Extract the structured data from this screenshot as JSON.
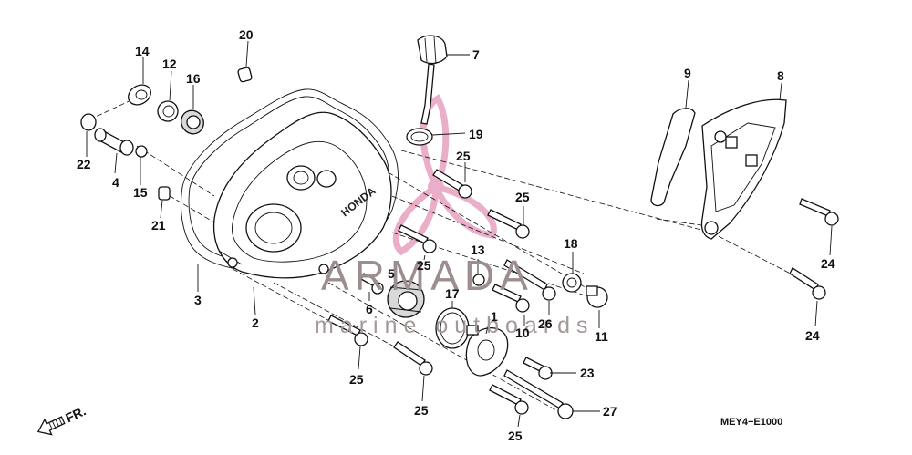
{
  "diagram": {
    "diagram_code": "MEY4−E1000",
    "direction_label": "FR.",
    "watermark": {
      "brand": "ARMADA",
      "tagline": "marine outboards",
      "accent_color": "#e8a6c4"
    },
    "cover_stamp": "HONDA",
    "callouts": [
      "1",
      "2",
      "3",
      "4",
      "5",
      "6",
      "7",
      "8",
      "9",
      "10",
      "11",
      "12",
      "13",
      "14",
      "15",
      "16",
      "17",
      "18",
      "19",
      "20",
      "21",
      "22",
      "23",
      "24",
      "24",
      "25",
      "25",
      "25",
      "25",
      "25",
      "25",
      "26",
      "27"
    ]
  }
}
